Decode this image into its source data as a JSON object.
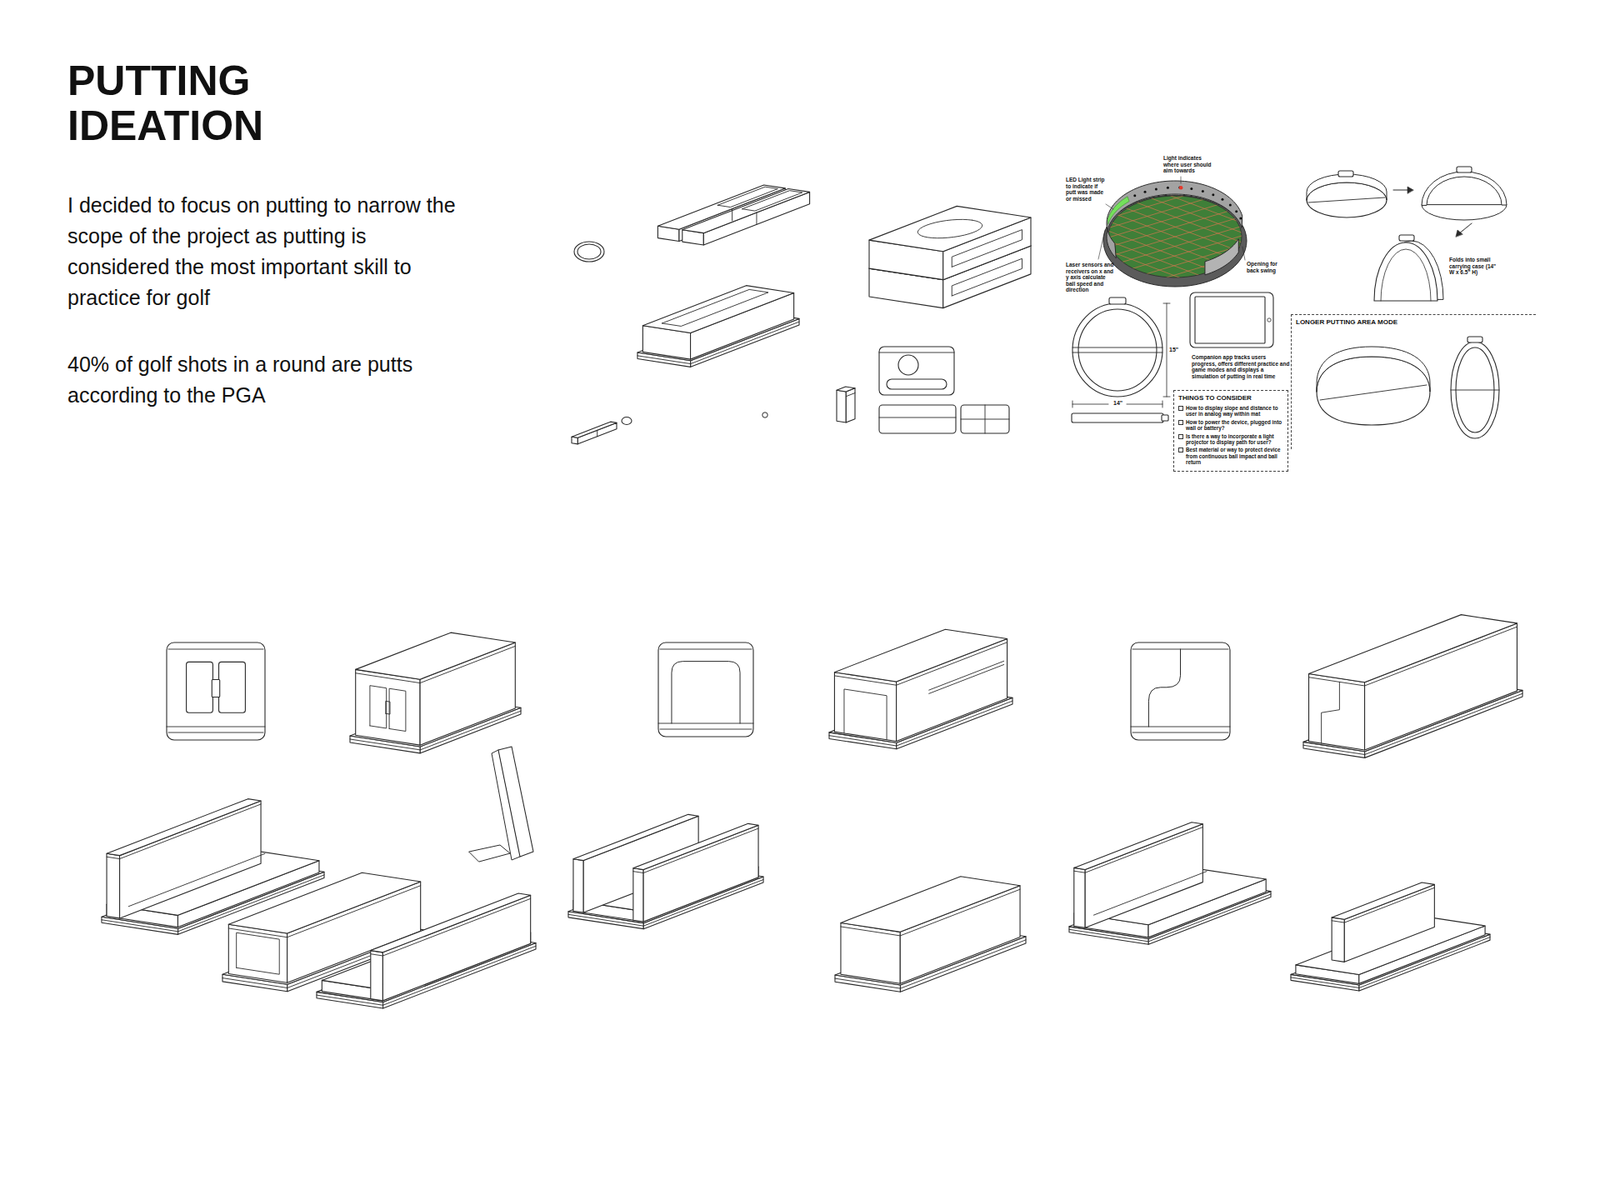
{
  "diagram": {
    "title": "PUTTING IDEATION",
    "nodes": [
      {
        "text": [
          "THINGS TO CONSIDER",
          "How to display slope and distance to user in analog way within mat",
          "How to power the device, plugged into wall or battery?",
          "Is there a way to incorporate a light projector to display path for user?",
          "Best material or way to protect device from continuous ball impact and ball return"
        ]
      },
      {
        "text": [
          "LONGER PUTTING AREA MODE"
        ]
      }
    ],
    "labels": [
      "I decided to focus on putting to narrow the scope of the project as putting is considered the most important skill to practice for golf",
      "40% of golf shots in a round are putts according to the PGA",
      "LED Light strip to indicate if putt was made or missed",
      "Light indicates where user should aim towards",
      "Laser sensors and receivers on x and y axis calculate ball speed and direction",
      "Opening for back swing",
      "15\"",
      "14\"",
      "Companion app tracks users progress, offers different practice and game modes and displays a simulation of putting in real time",
      "Folds into small carrying case (14\" W x 6.5\" H)"
    ]
  }
}
